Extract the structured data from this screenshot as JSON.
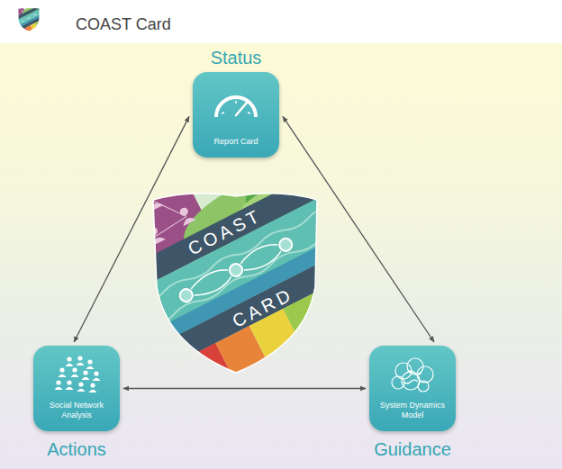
{
  "diagram": {
    "title": "COAST Card",
    "nodes": [
      {
        "text": [
          "Status",
          "Report Card"
        ]
      },
      {
        "text": [
          "Actions",
          "Social Network Analysis"
        ]
      },
      {
        "text": [
          "Guidance",
          "System Dynamics Model"
        ]
      }
    ],
    "edges": [
      {
        "from": 0,
        "to": 1,
        "arrow": "both"
      },
      {
        "from": 0,
        "to": 2,
        "arrow": "both"
      },
      {
        "from": 1,
        "to": 2,
        "arrow": "both"
      }
    ],
    "labels": [
      "COAST",
      "CARD"
    ]
  }
}
